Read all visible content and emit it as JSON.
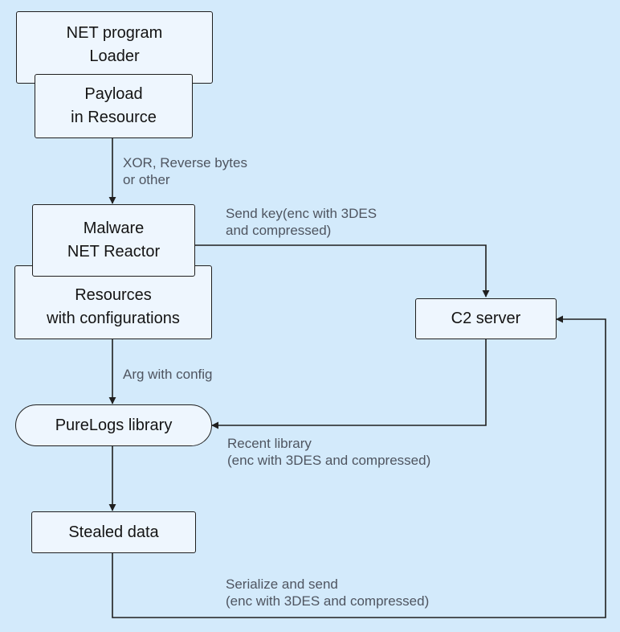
{
  "colors": {
    "background": "#d3eafb",
    "box_fill": "#eef6fe",
    "line": "#1f1f1f",
    "label_text": "#4f5560"
  },
  "nodes": {
    "net_loader": "NET program\nLoader",
    "payload": "Payload\nin Resource",
    "malware": "Malware\nNET Reactor",
    "resources": "Resources\nwith configurations",
    "c2": "C2 server",
    "purelogs": "PureLogs library",
    "stealed": "Stealed data"
  },
  "edge_labels": {
    "xor": "XOR, Reverse bytes\nor other",
    "send_key": "Send key(enc with 3DES\nand compressed)",
    "arg": "Arg with config",
    "recent": "Recent library\n(enc with 3DES and compressed)",
    "serialize": "Serialize and send\n(enc with 3DES and compressed)"
  }
}
